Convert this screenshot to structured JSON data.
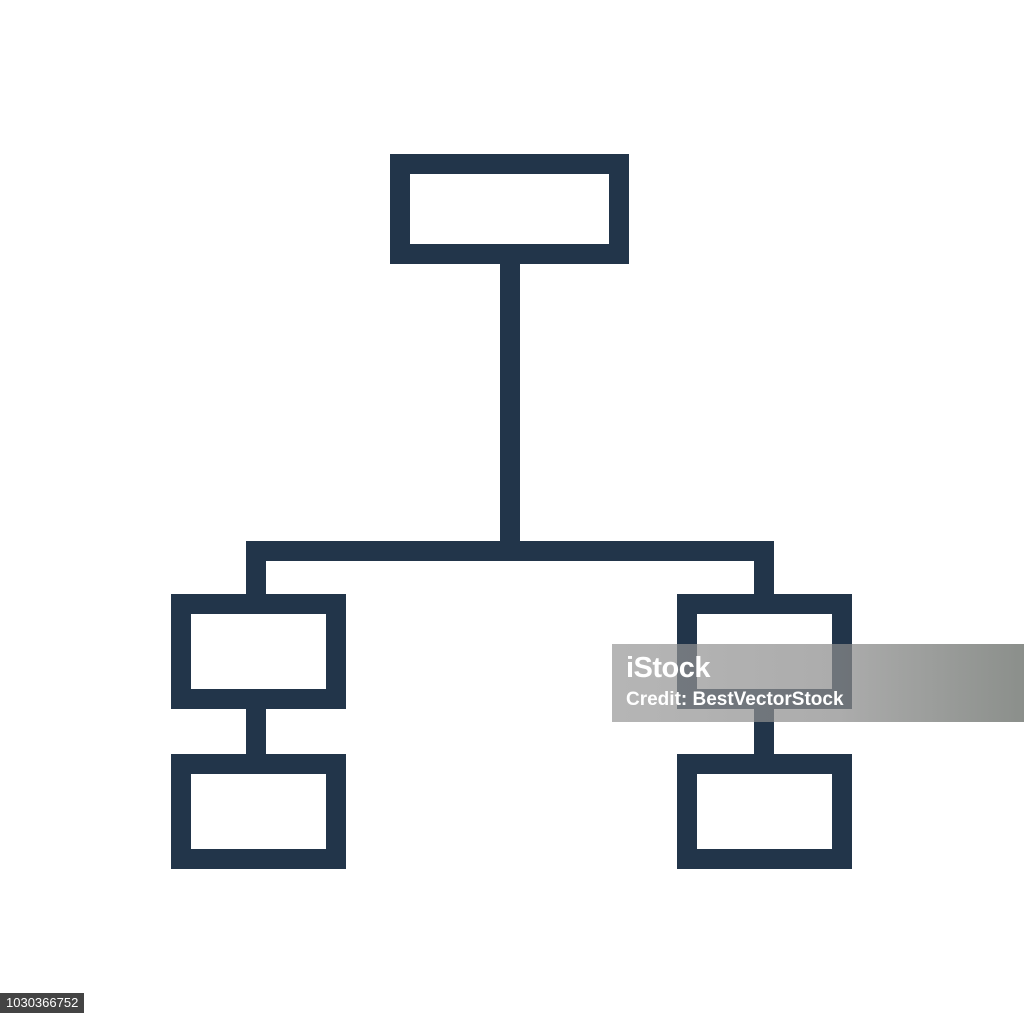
{
  "diagram": {
    "stroke_color": "#22354a",
    "background_color": "#ffffff",
    "nodes": [
      {
        "id": "root",
        "label": ""
      },
      {
        "id": "left-child",
        "label": ""
      },
      {
        "id": "left-grandchild",
        "label": ""
      },
      {
        "id": "right-child",
        "label": ""
      },
      {
        "id": "right-grandchild",
        "label": ""
      }
    ],
    "edges": [
      {
        "from": "root",
        "to": "left-child"
      },
      {
        "from": "root",
        "to": "right-child"
      },
      {
        "from": "left-child",
        "to": "left-grandchild"
      },
      {
        "from": "right-child",
        "to": "right-grandchild"
      }
    ]
  },
  "watermark": {
    "logo_text": "iStock",
    "credit_text": "Credit: BestVectorStock"
  },
  "stock_id": "1030366752"
}
